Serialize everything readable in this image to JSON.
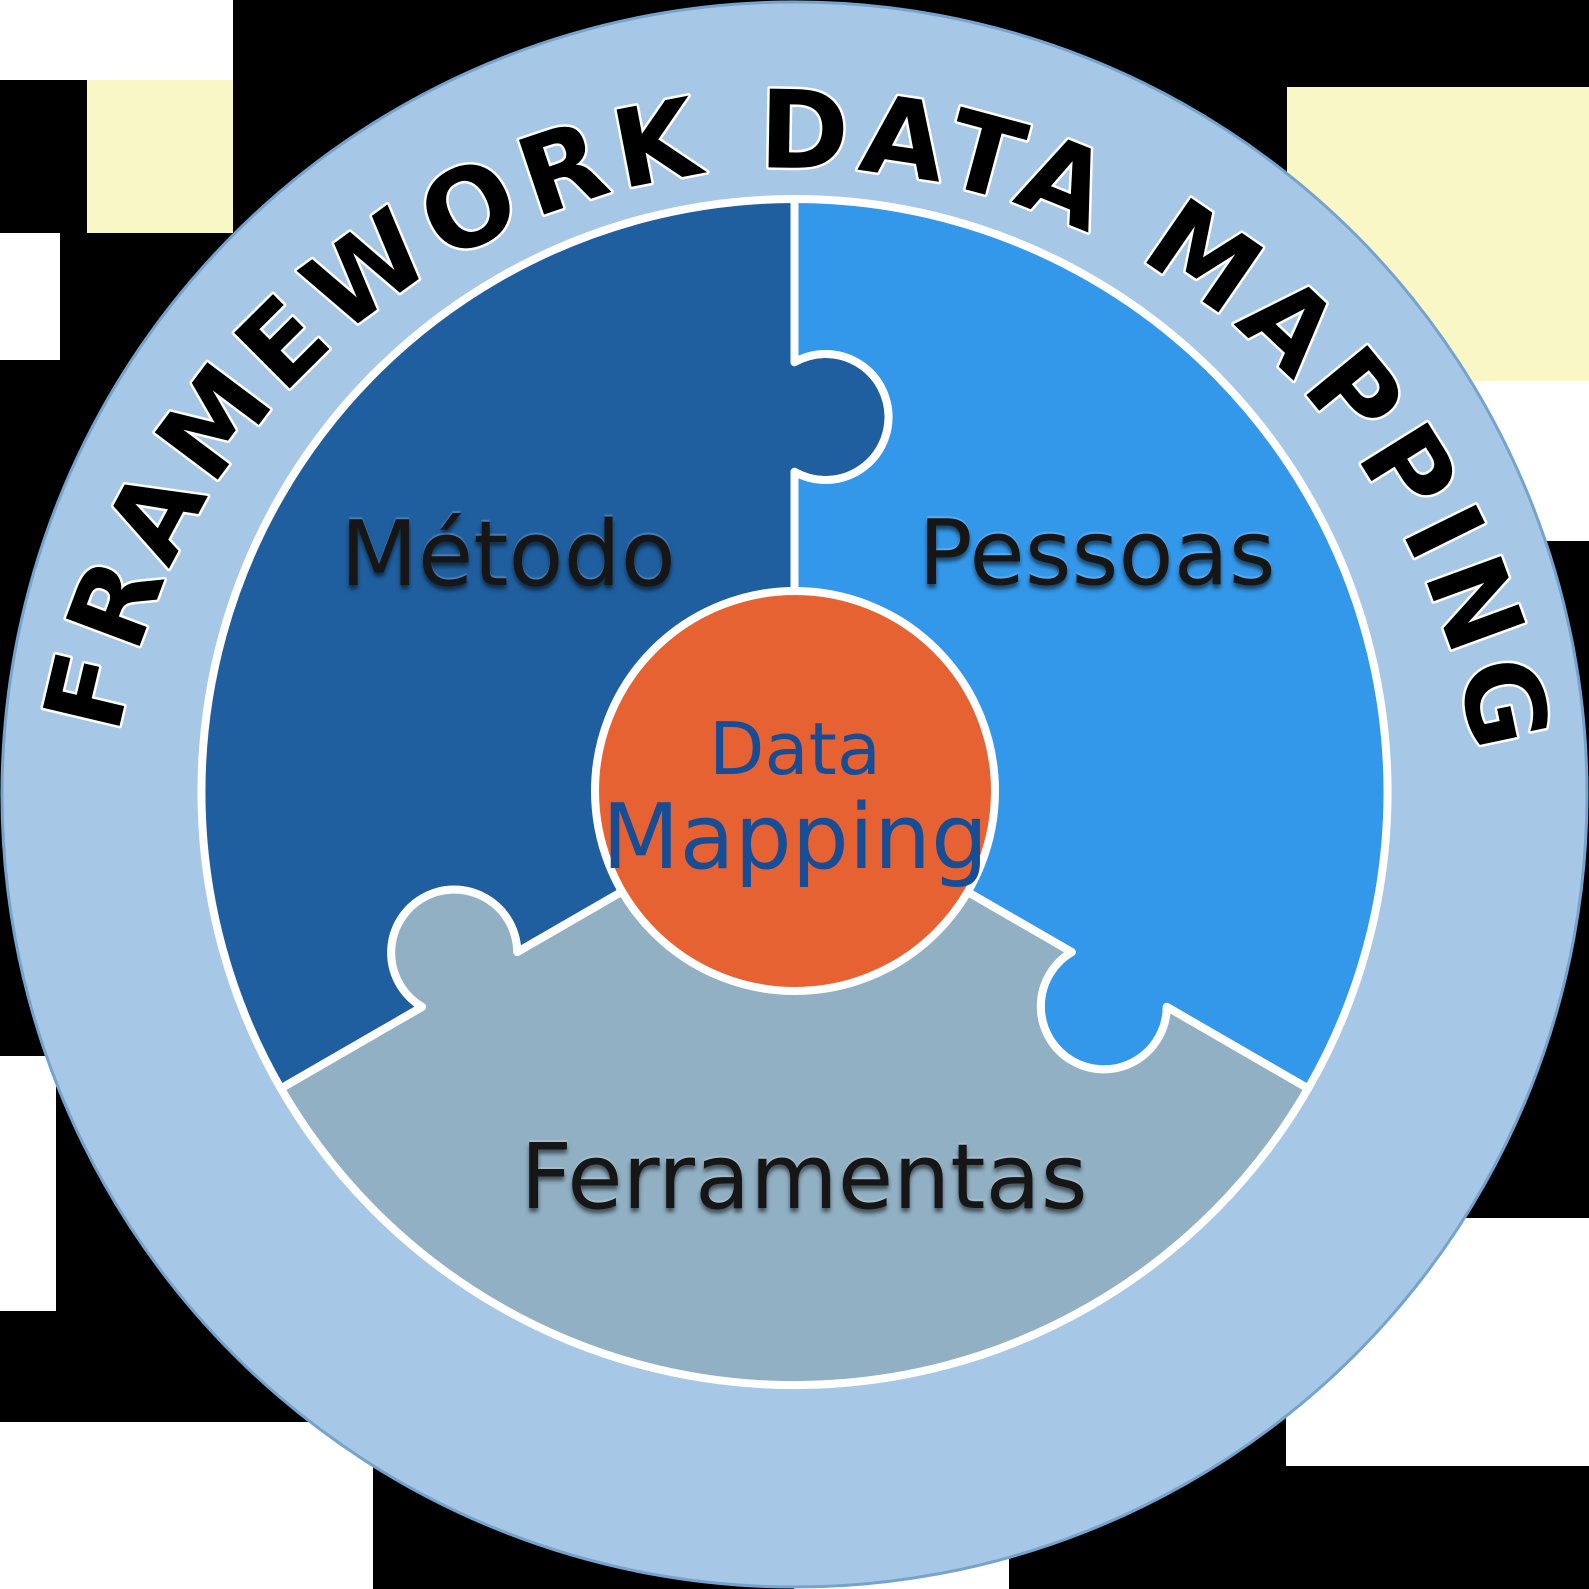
{
  "diagram": {
    "ring_label": "FRAMEWORK DATA MAPPING",
    "ring": {
      "fill": "#A6C8E6",
      "edge": "#76A3CD",
      "text_color": "#000000"
    },
    "pieces": [
      {
        "label": "Método",
        "color": "#1F5F9F"
      },
      {
        "label": "Pessoas",
        "color": "#3498EA"
      },
      {
        "label": "Ferramentas",
        "color": "#91B0C4"
      }
    ],
    "center_circle": {
      "line1": "Data",
      "line2": "Mapping",
      "fill": "#E66233",
      "text_color": "#174D95"
    },
    "label_text_color": "#161616",
    "divider_color": "#FFFFFF"
  }
}
